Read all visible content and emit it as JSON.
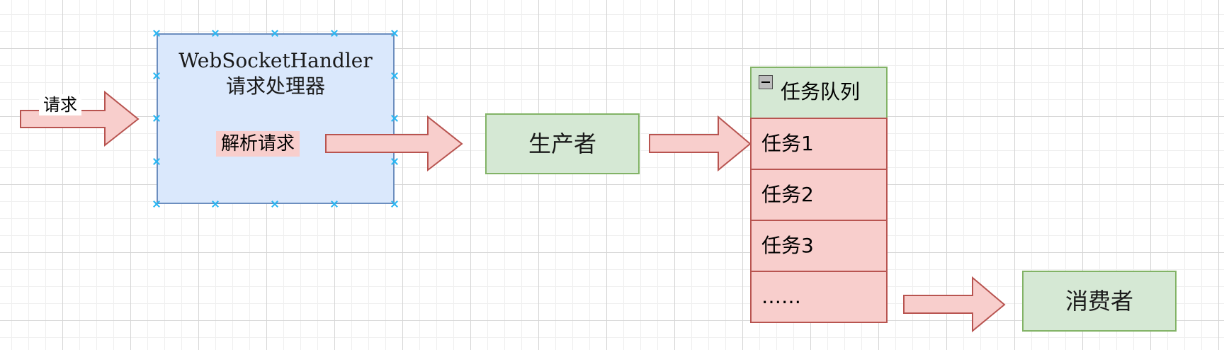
{
  "diagram": {
    "request_label": "请求",
    "handler": {
      "title_line1": "WebSocketHandler",
      "title_line2": "请求处理器",
      "parse_label": "解析请求"
    },
    "producer": {
      "label": "生产者"
    },
    "queue": {
      "title": "任务队列",
      "items": [
        "任务1",
        "任务2",
        "任务3",
        "……"
      ]
    },
    "consumer": {
      "label": "消费者"
    }
  },
  "colors": {
    "arrow_fill": "#f8cecc",
    "arrow_stroke": "#b85450",
    "handler_fill": "#dae8fc",
    "handler_stroke": "#6c8ebf",
    "node_fill": "#d5e8d4",
    "node_stroke": "#82b366",
    "selection_handle": "#29b6f2"
  }
}
